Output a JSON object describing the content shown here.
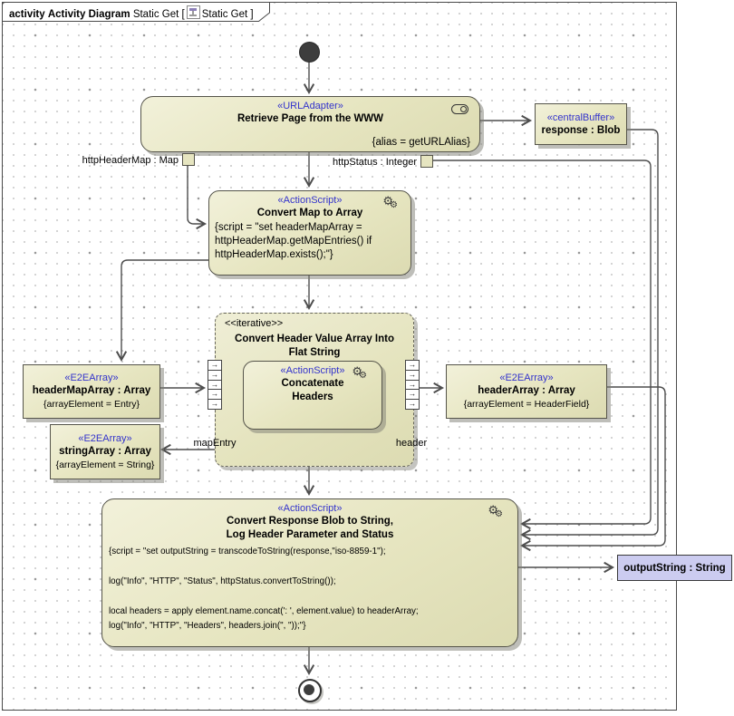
{
  "header": {
    "kind_label": "activity",
    "type_label": "Activity Diagram",
    "name_label": "Static Get",
    "open": "[",
    "ref_label": "Static Get",
    "close": "]"
  },
  "nodes": {
    "retrieve_page": {
      "stereotype": "«URLAdapter»",
      "name": "Retrieve Page from the WWW",
      "tag": "{alias = getURLAlias}"
    },
    "response_buffer": {
      "stereotype": "«centralBuffer»",
      "name": "response : Blob"
    },
    "convert_map": {
      "stereotype": "«ActionScript»",
      "name": "Convert Map to Array",
      "script": "{script = \"set headerMapArray =\nhttpHeaderMap.getMapEntries() if\nhttpHeaderMap.exists();\"}"
    },
    "iterative_region": {
      "keyword": "<<iterative>>",
      "name": "Convert Header Value Array Into\nFlat String"
    },
    "concatenate": {
      "stereotype": "«ActionScript»",
      "name": "Concatenate\nHeaders"
    },
    "header_map_array": {
      "stereotype": "«E2EArray»",
      "name": "headerMapArray : Array",
      "tag": "{arrayElement = Entry}"
    },
    "string_array": {
      "stereotype": "«E2EArray»",
      "name": "stringArray : Array",
      "tag": "{arrayElement = String}"
    },
    "header_array": {
      "stereotype": "«E2EArray»",
      "name": "headerArray : Array",
      "tag": "{arrayElement = HeaderField}"
    },
    "convert_response": {
      "stereotype": "«ActionScript»",
      "name": "Convert Response Blob to String,\nLog Header Parameter and Status",
      "script": "{script = \"set outputString = transcodeToString(response,\"iso-8859-1\");\n\nlog(\"Info\", \"HTTP\", \"Status\", httpStatus.convertToString());\n\nlocal headers = apply element.name.concat(': ', element.value) to headerArray;\nlog(\"Info\", \"HTTP\", \"Headers\", headers.join(\", \"));\"}"
    },
    "output_string": {
      "name": "outputString : String"
    }
  },
  "pins": {
    "http_header_map": "httpHeaderMap : Map",
    "http_status": "httpStatus : Integer"
  },
  "edge_labels": {
    "map_entry": "mapEntry",
    "header": "header"
  },
  "icons": {
    "gears_icon": "⚙",
    "expansion_cell_arrow": "→"
  },
  "colors": {
    "stereotype_blue": "#3333cc",
    "node_fill": "#e6e5c0",
    "object_fill": "#ccccf0",
    "edge": "#4d4d4d"
  }
}
